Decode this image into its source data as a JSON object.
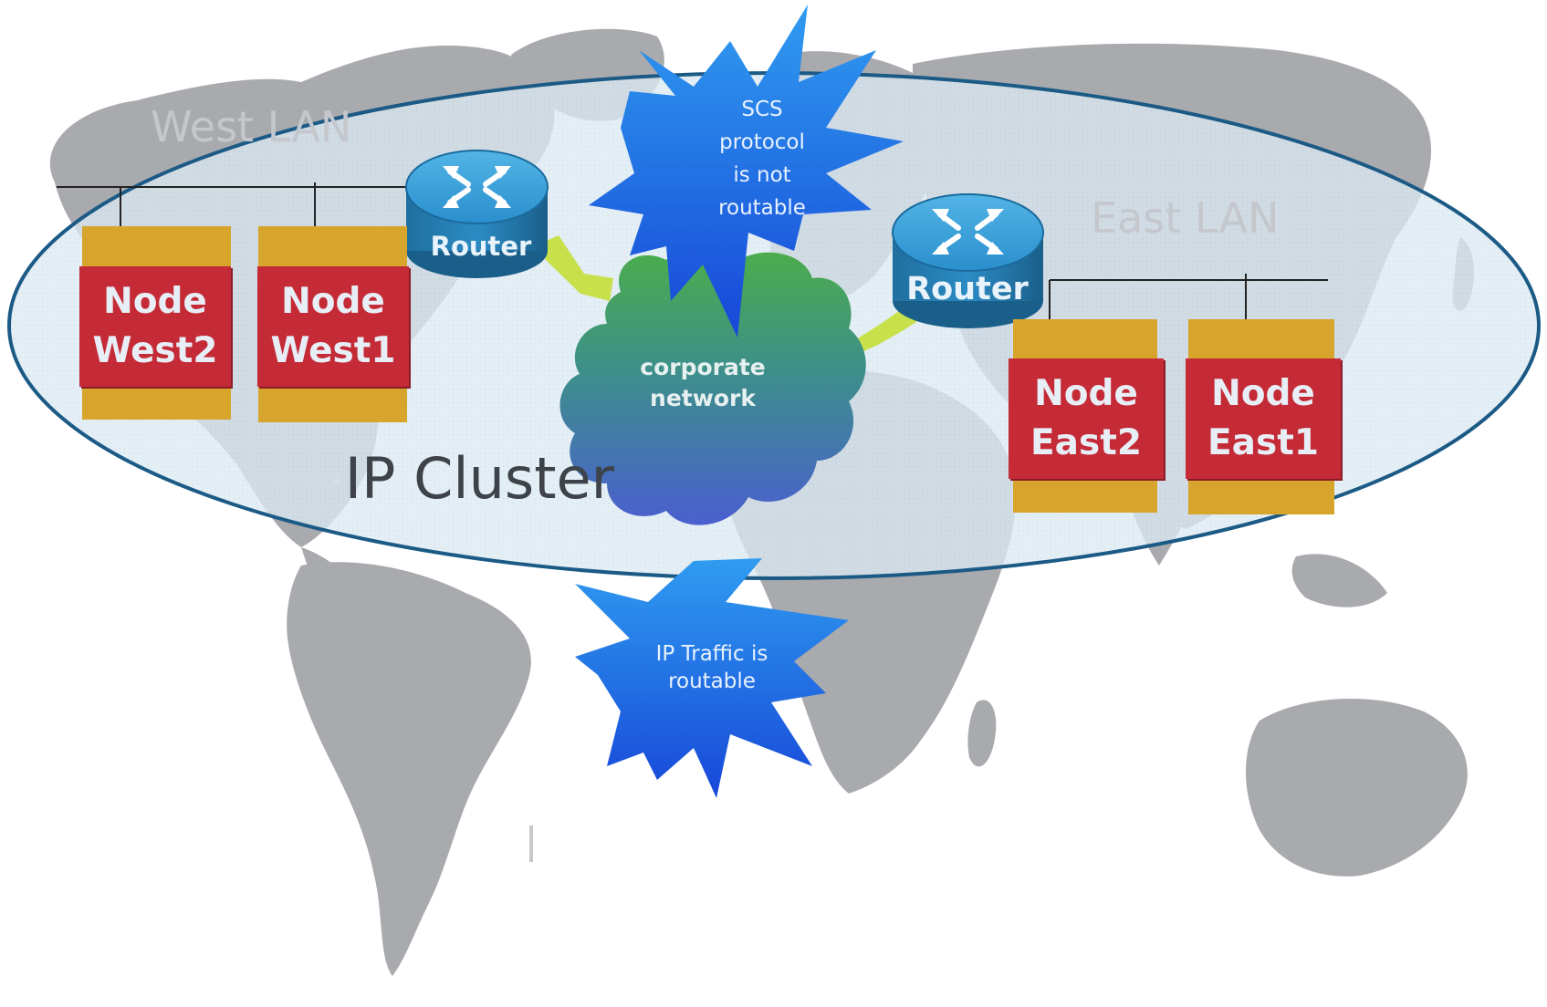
{
  "lans": {
    "west": "West LAN",
    "east": "East LAN"
  },
  "routers": {
    "west": "Router",
    "east": "Router"
  },
  "nodes": {
    "west2": [
      "Node",
      "West2"
    ],
    "west1": [
      "Node",
      "West1"
    ],
    "east2": [
      "Node",
      "East2"
    ],
    "east1": [
      "Node",
      "East1"
    ]
  },
  "cloud": [
    "corporate",
    "network"
  ],
  "callouts": {
    "scs": [
      "SCS",
      "protocol",
      "is not",
      "routable"
    ],
    "ip_traffic": [
      "IP Traffic is",
      "routable"
    ]
  },
  "cluster": {
    "bullet": "•",
    "title": "IP Cluster"
  },
  "colors": {
    "map_land": "#a9aaae",
    "cluster_fill": "#d9e9f3",
    "cluster_border": "#1c5a86",
    "node_red": "#c42b37",
    "node_tan": "#d7a42c",
    "router_blue": "#2a9bd6",
    "link_green": "#c8e04a",
    "cloud_green": "#4cae48",
    "cloud_blue": "#4a6fcc",
    "burst_blue": "#1e73e0"
  },
  "icons": {
    "router": "router-icon",
    "cloud": "cloud-icon",
    "callout": "starburst-icon",
    "map": "world-map"
  }
}
